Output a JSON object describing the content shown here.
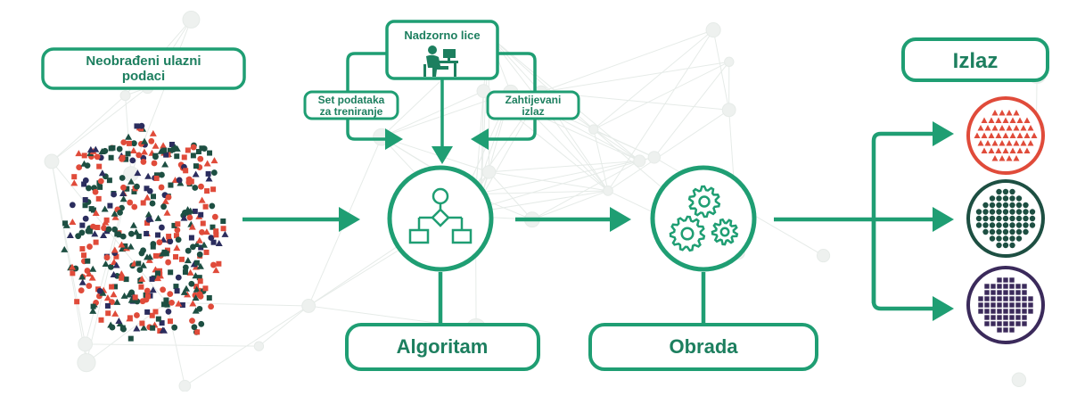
{
  "labels": {
    "raw_input_line1": "Neobrađeni ulazni",
    "raw_input_line2": "podaci",
    "supervisor": "Nadzorno lice",
    "training_set_line1": "Set podataka",
    "training_set_line2": "za treniranje",
    "desired_output_line1": "Zahtijevani",
    "desired_output_line2": "izlaz",
    "algorithm": "Algoritam",
    "processing": "Obrada",
    "output": "Izlaz"
  },
  "icons": {
    "supervisor": "person-at-computer-icon",
    "algorithm": "flowchart-icon",
    "processing": "gears-icon",
    "output_1": "red-triangles-cluster-icon",
    "output_2": "green-dots-cluster-icon",
    "output_3": "purple-squares-cluster-icon"
  },
  "colors": {
    "primary": "#1f9e73",
    "dark_text": "#1d7f5f",
    "red": "#e04b3a",
    "dark_green": "#1d4f42",
    "purple": "#3b2a5b",
    "navy": "#2b2d5e",
    "background_network": "#e8ece9"
  }
}
